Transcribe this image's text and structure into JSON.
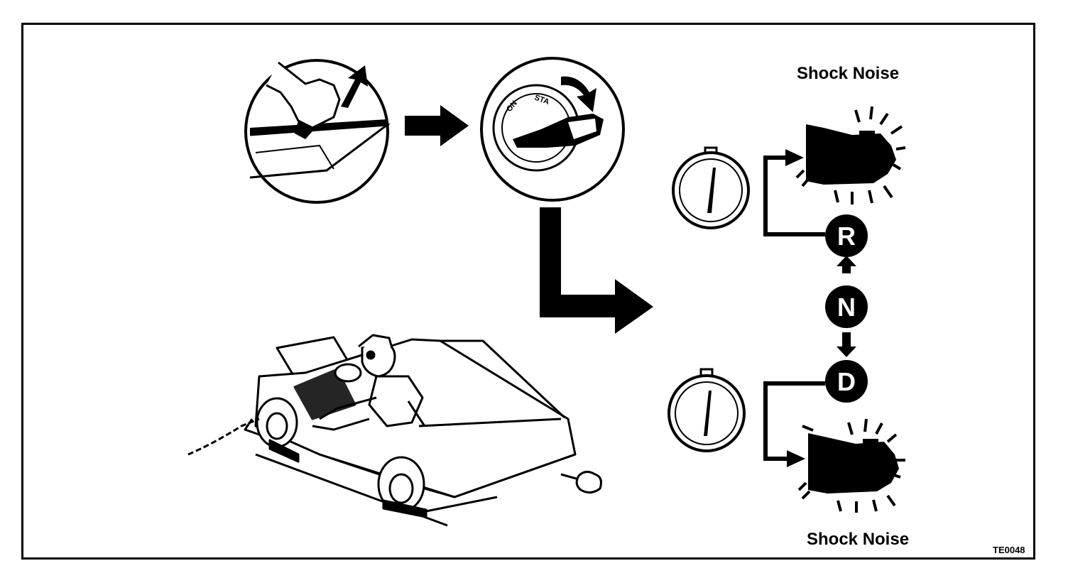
{
  "labels": {
    "shock_noise_top": "Shock Noise",
    "shock_noise_bottom": "Shock Noise",
    "figure_code": "TE0048"
  },
  "gears": {
    "reverse": "R",
    "neutral": "N",
    "drive": "D"
  },
  "ignition_dial": {
    "on": "ON",
    "start": "STA"
  },
  "colors": {
    "ink": "#000000",
    "paper": "#ffffff"
  }
}
